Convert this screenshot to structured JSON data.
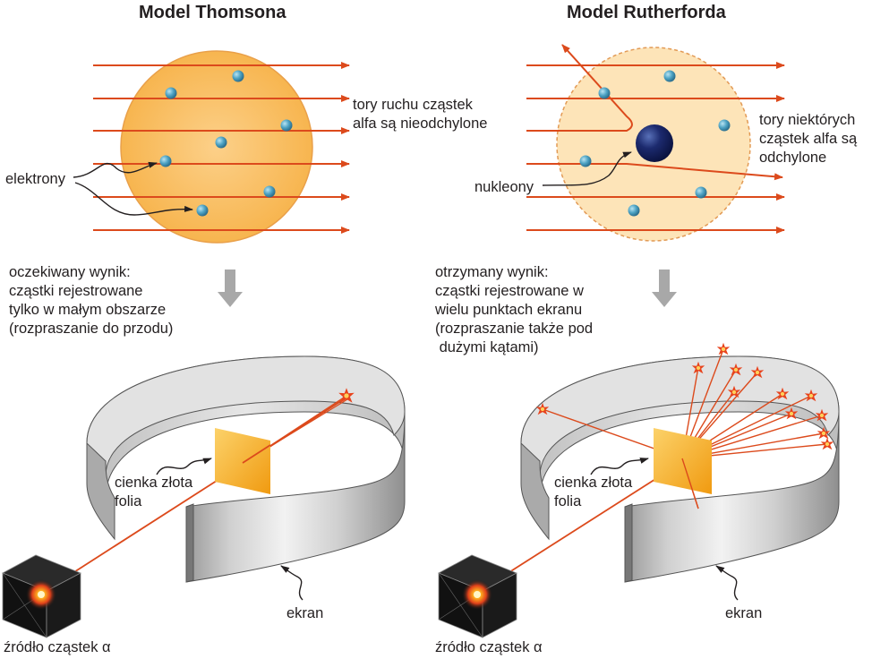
{
  "left": {
    "title": "Model Thomsona",
    "paths_label": [
      "tory ruchu cząstek",
      "alfa są nieodchylone"
    ],
    "electrons_label": "elektrony",
    "result_label": [
      "oczekiwany wynik:",
      "cząstki rejestrowane",
      "tylko w małym obszarze",
      "(rozpraszanie do przodu)"
    ],
    "foil_label": [
      "cienka złota",
      "folia"
    ],
    "screen_label": "ekran",
    "source_label": "źródło cząstek α"
  },
  "right": {
    "title": "Model Rutherforda",
    "paths_label": [
      "tory niektórych",
      "cząstek alfa są",
      "odchylone"
    ],
    "nucleons_label": "nukleony",
    "result_label": [
      "otrzymany wynik:",
      "cząstki rejestrowane w",
      "wielu punktach ekranu",
      "(rozpraszanie także pod",
      " dużymi kątami)"
    ],
    "foil_label": [
      "cienka złota",
      "folia"
    ],
    "screen_label": "ekran",
    "source_label": "źródło cząstek α"
  },
  "colors": {
    "ray": "#dc4a1c",
    "thomson_sphere": "#f9bf62",
    "rutherford_sphere": "#fde4b8",
    "electron": "#4ea3c4",
    "nucleus": "#1c2a6e",
    "foil": "#f5a823",
    "screen": "#c8c8c8",
    "down_arrow": "#a8a8a8"
  }
}
